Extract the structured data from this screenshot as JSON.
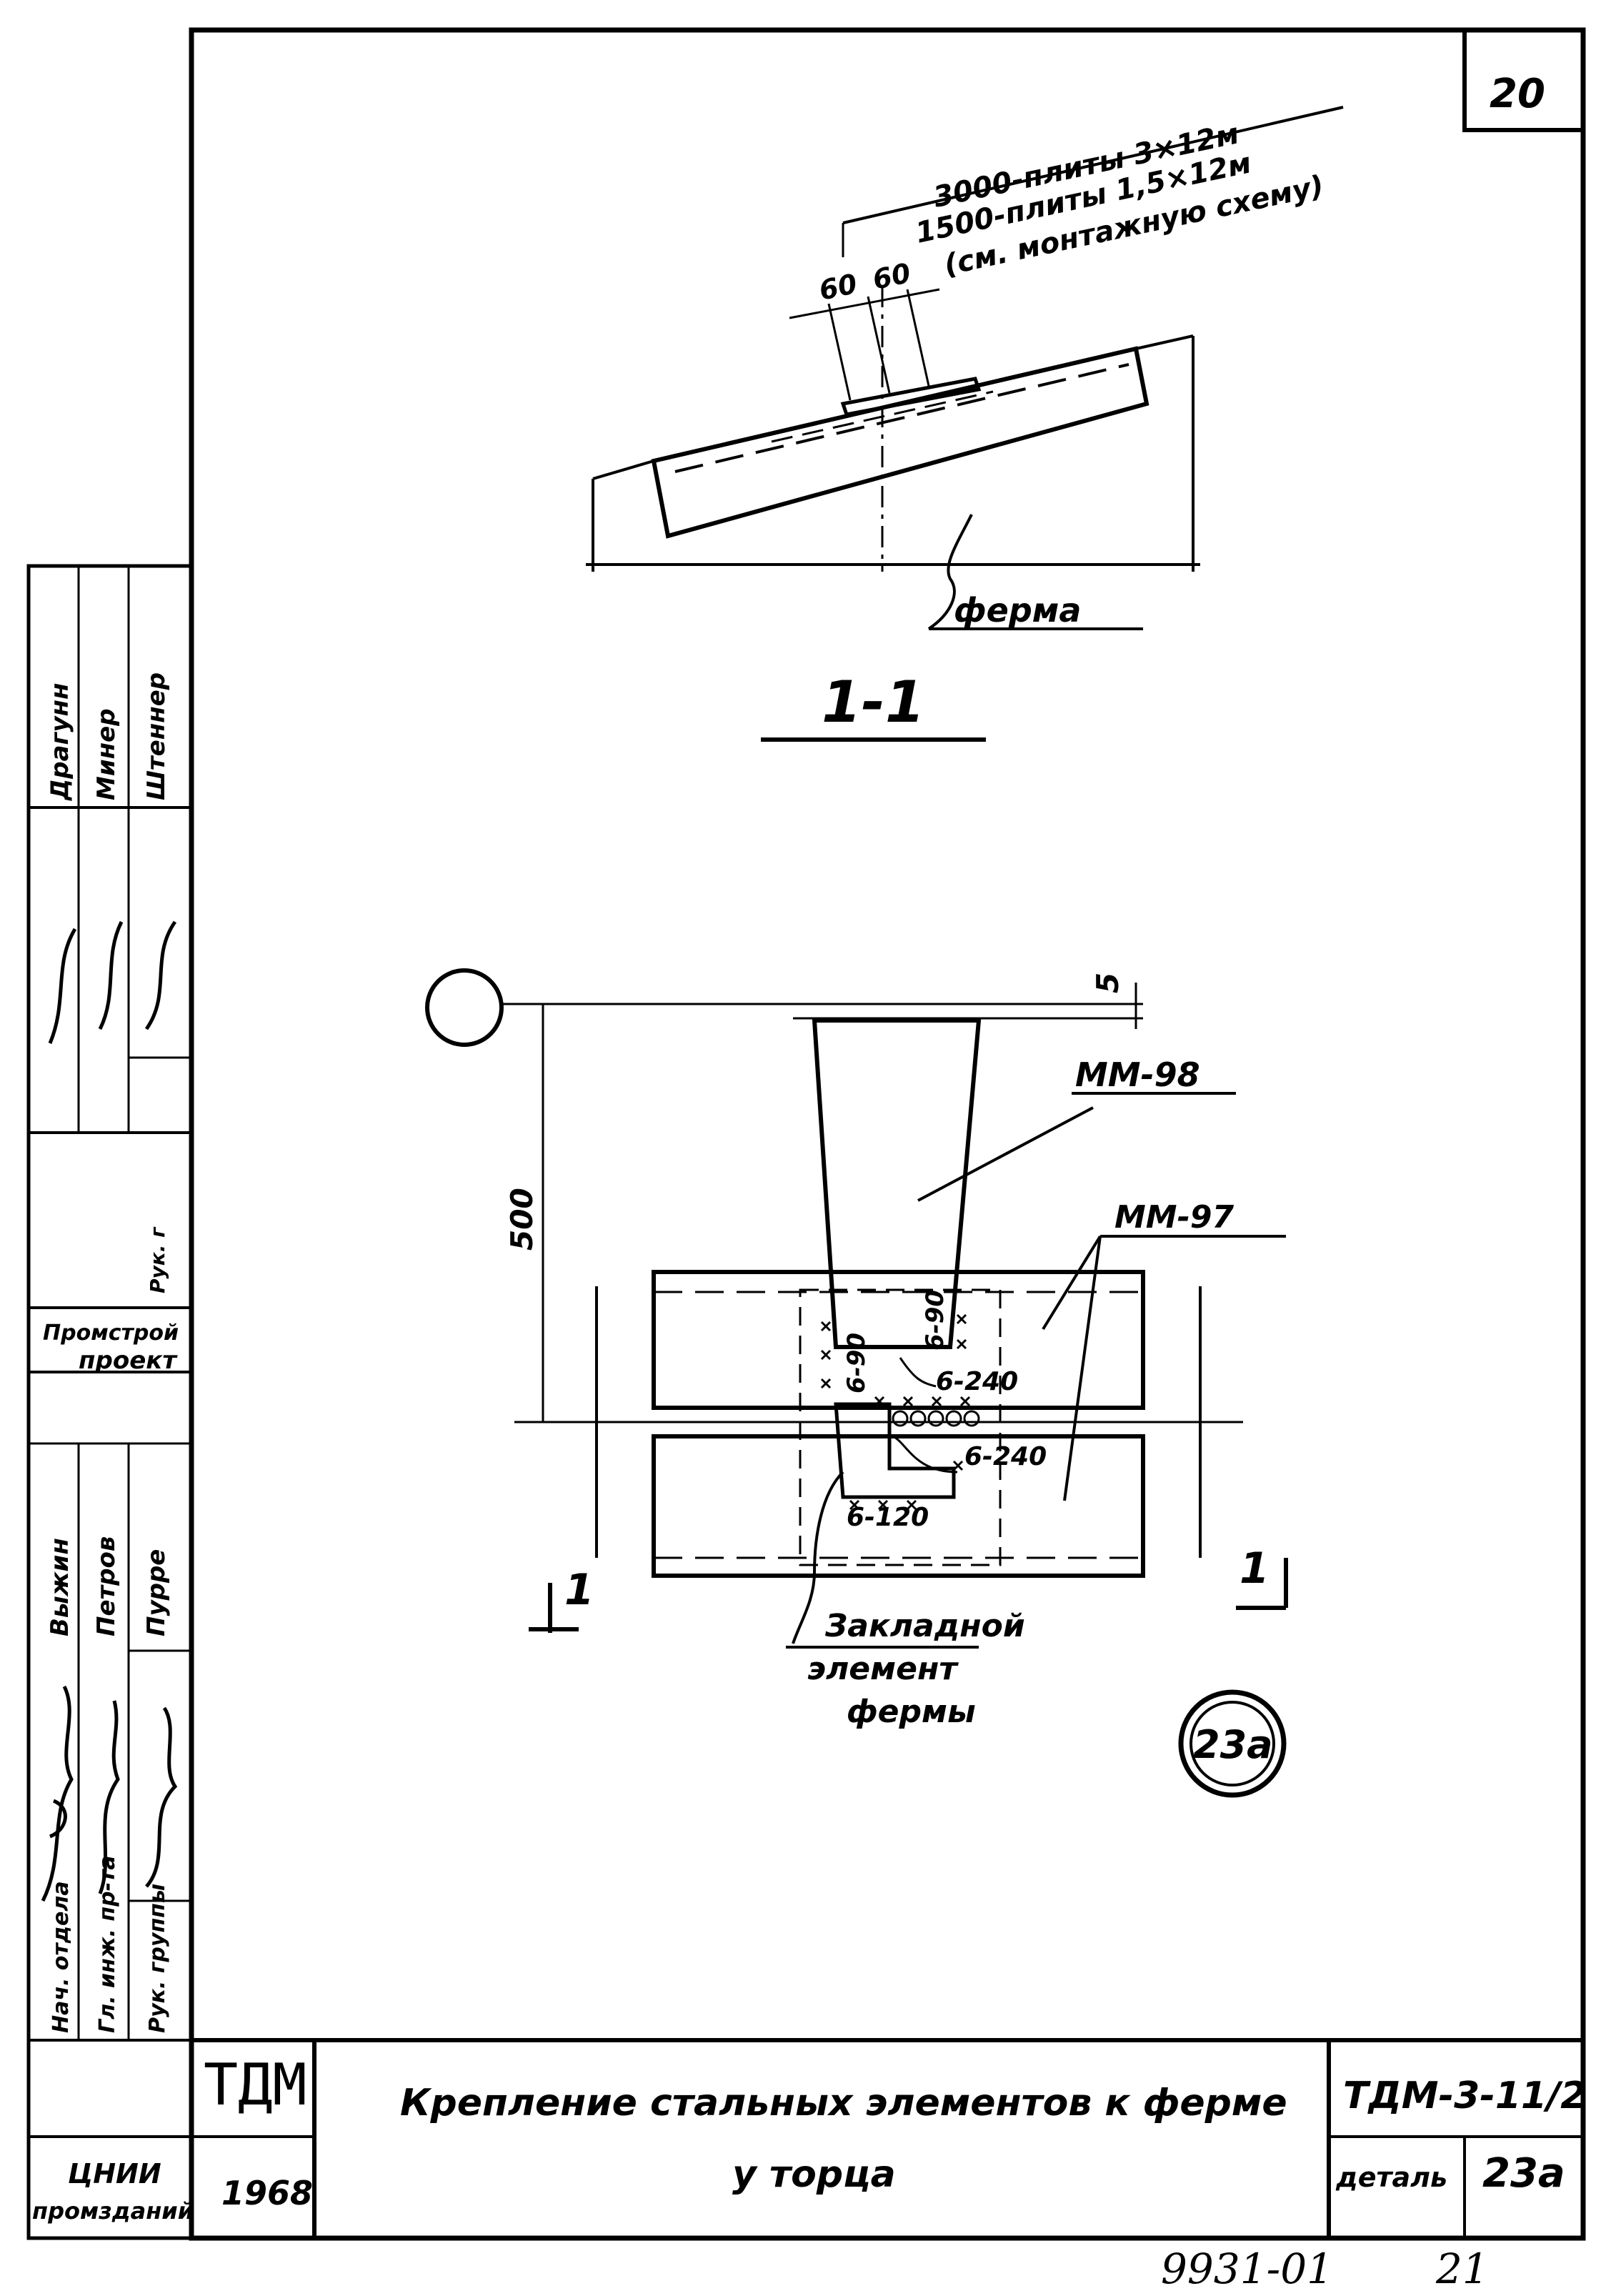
{
  "sheet": {
    "page_number": "20",
    "bottom_number": "9931-01",
    "bottom_page": "21"
  },
  "section_1_1": {
    "slab_note_line1": "3000-плиты 3×12м",
    "slab_note_line2": "1500-плиты 1,5×12м",
    "slab_note_line3": "(см. монтажную схему)",
    "dim_a": "60",
    "dim_b": "60",
    "truss_label": "ферма",
    "section_label": "1-1"
  },
  "detail_plan": {
    "gap_dim": "5",
    "height_dim": "500",
    "part_mm98": "ММ-98",
    "part_mm97": "ММ-97",
    "weld_left": "6-90",
    "weld_right": "6-90",
    "weld_top": "6-240",
    "weld_mid": "6-240",
    "weld_bottom": "6-120",
    "section_mark_left": "1",
    "section_mark_right": "1",
    "embed_line1": "Закладной",
    "embed_line2": "элемент",
    "embed_line3": "фермы",
    "detail_mark": "23а"
  },
  "title_block": {
    "logo": "ТДМ",
    "year": "1968",
    "title_line1": "Крепление стальных элементов к ферме",
    "title_line2": "у торца",
    "code": "ТДМ-3-11/2",
    "detail_word": "деталь",
    "detail_number": "23а"
  },
  "side_stamp": {
    "roles": [
      "Нач. отдела",
      "Гл. инж. пр-та",
      "Рук. группы"
    ],
    "names": [
      "Выжин",
      "Петров",
      "Пурре"
    ],
    "org_top": "ЦНИИ",
    "org_bottom": "промзданий",
    "org2_line1": "Промстрой",
    "org2_line2": "проект",
    "roles2": [
      "Драгунн",
      "Минер",
      "Штеннер"
    ],
    "misc": "Рук. г"
  }
}
